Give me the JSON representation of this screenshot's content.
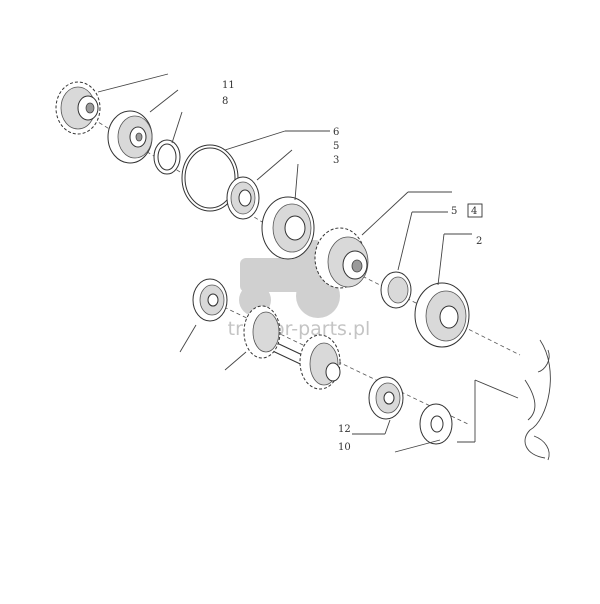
{
  "watermark": {
    "text": "traktor-parts.pl"
  },
  "callouts": {
    "c1": "11",
    "c2": "8",
    "c3": "6",
    "c4": "5",
    "c5": "3",
    "c6": "5",
    "c7": "4",
    "c8": "2",
    "c9": "12",
    "c10": "10"
  }
}
